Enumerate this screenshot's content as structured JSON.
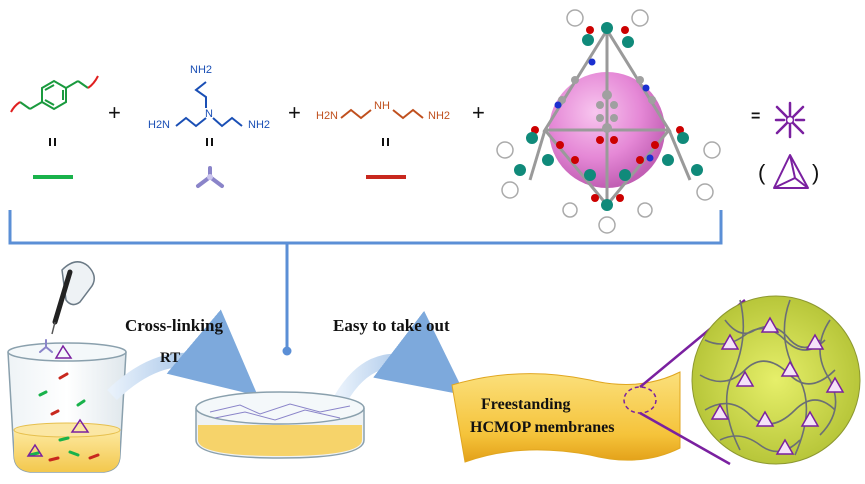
{
  "reactants": {
    "amine_a": {
      "nh2_top": "NH2",
      "nh2_left": "H2N",
      "n_center": "N",
      "nh2_right": "NH2"
    },
    "amine_b": {
      "h2n": "H2N",
      "nh": "NH",
      "nh2": "NH2"
    }
  },
  "symbols": {
    "plus": "+",
    "equivalent": "=",
    "equals": "=",
    "paren_open": "(",
    "paren_close": ")"
  },
  "process": {
    "step1_label": "Cross-linking",
    "step1_condition": "RT",
    "step2_label": "Easy to take out",
    "membrane_label_line1": "Freestanding",
    "membrane_label_line2": "HCMOP membranes"
  },
  "colors": {
    "aldehyde_line": "#19b24b",
    "tris_amine_symbol": "#8a84c9",
    "diamine_line": "#c8281e",
    "linker_text": "#1a4fb5",
    "diamine_text": "#c0501e",
    "cage_purple": "#7a20a0",
    "bracket": "#5b8fd6",
    "membrane_yellow": "#f6c84a",
    "zoom_circle": "#c9d64a"
  }
}
